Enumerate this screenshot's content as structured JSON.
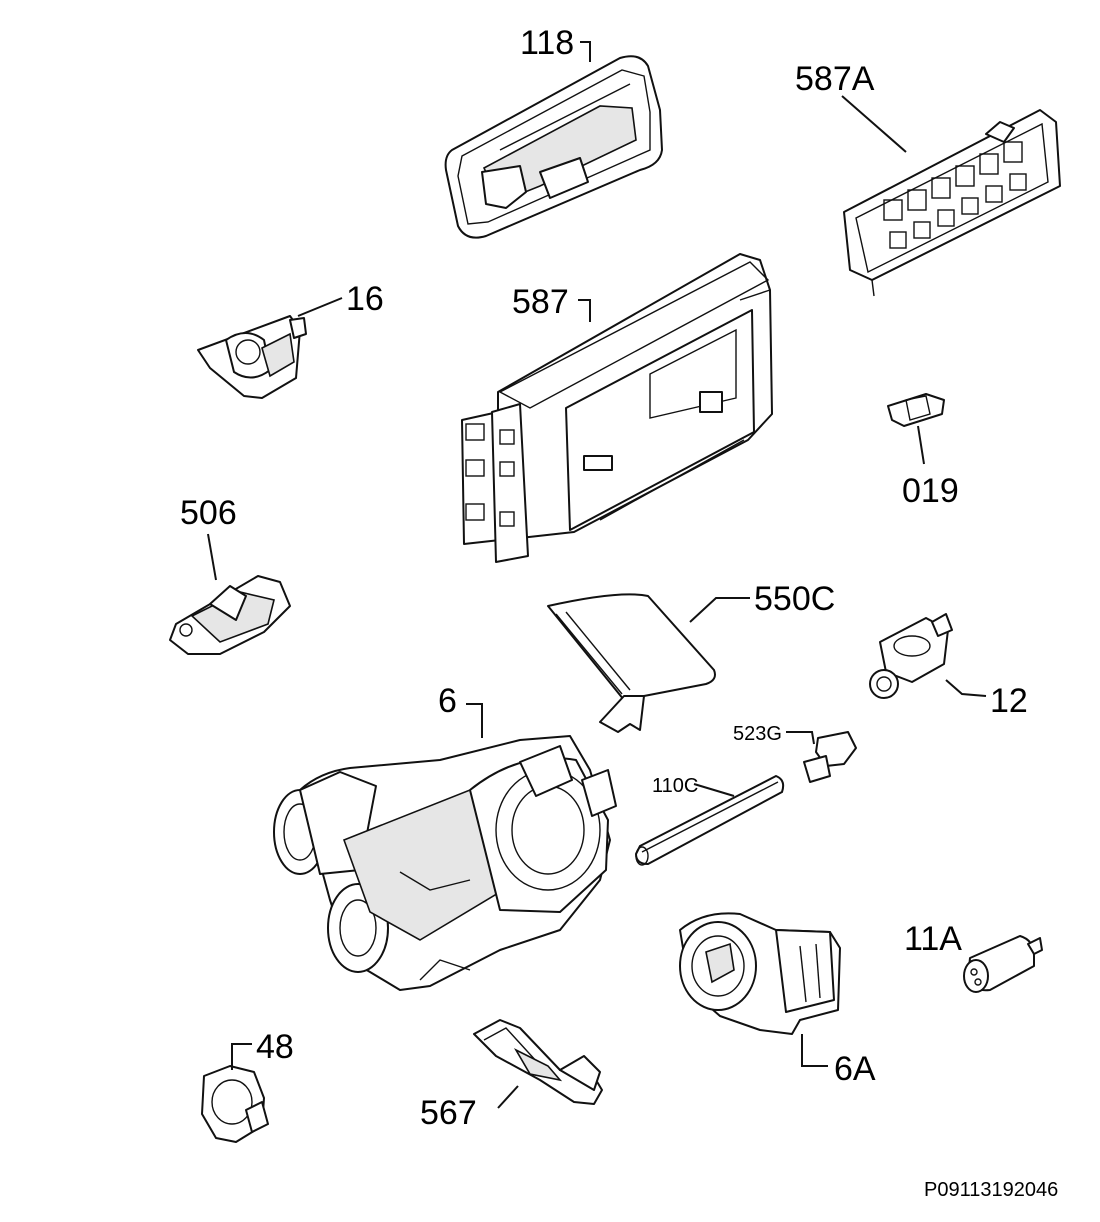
{
  "parts": [
    {
      "id": "p118",
      "label": "118"
    },
    {
      "id": "p587A",
      "label": "587A"
    },
    {
      "id": "p16",
      "label": "16"
    },
    {
      "id": "p587",
      "label": "587"
    },
    {
      "id": "p019",
      "label": "019"
    },
    {
      "id": "p506",
      "label": "506"
    },
    {
      "id": "p550C",
      "label": "550C"
    },
    {
      "id": "p12",
      "label": "12"
    },
    {
      "id": "p6",
      "label": "6"
    },
    {
      "id": "p523G",
      "label": "523G"
    },
    {
      "id": "p110C",
      "label": "110C"
    },
    {
      "id": "p11A",
      "label": "11A"
    },
    {
      "id": "p48",
      "label": "48"
    },
    {
      "id": "p567",
      "label": "567"
    },
    {
      "id": "p6A",
      "label": "6A"
    }
  ],
  "diagram_code": "P09113192046"
}
